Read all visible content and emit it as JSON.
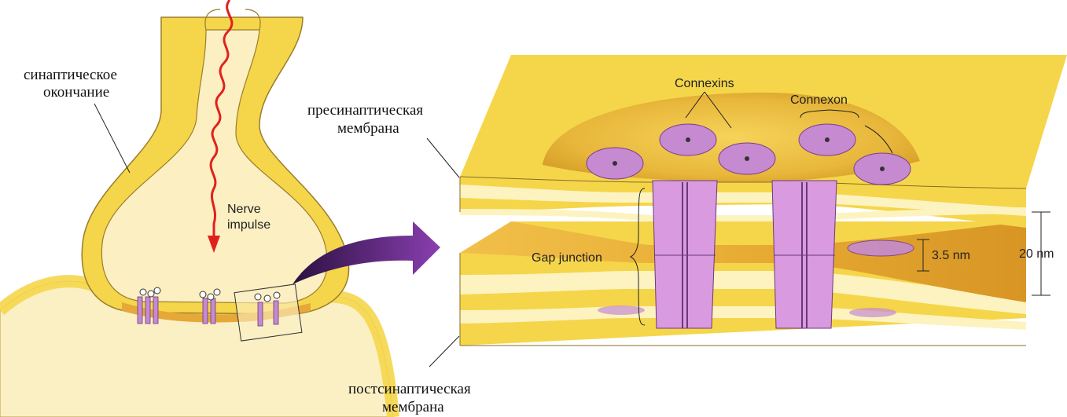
{
  "labels": {
    "synaptic_terminal_1": "синаптическое",
    "synaptic_terminal_2": "окончание",
    "presynaptic_1": "пресинаптическая",
    "presynaptic_2": "мембрана",
    "postsynaptic_1": "постсинаптическая",
    "postsynaptic_2": "мембрана",
    "nerve_1": "Nerve",
    "nerve_2": "impulse",
    "connexins": "Connexins",
    "connexon": "Connexon",
    "gap_junction": "Gap junction",
    "gap_width": "3.5 nm",
    "total_width": "20 nm"
  },
  "colors": {
    "membrane_yellow": "#f5d64a",
    "membrane_light": "#fdf3c0",
    "cytoplasm": "#fbefc4",
    "cleft_orange": "#e9b23c",
    "connexin_purple": "#c58ad0",
    "connexin_dark": "#7b3d8e",
    "arrow_purple": "#6a2a8c",
    "impulse_red": "#e0211b"
  }
}
